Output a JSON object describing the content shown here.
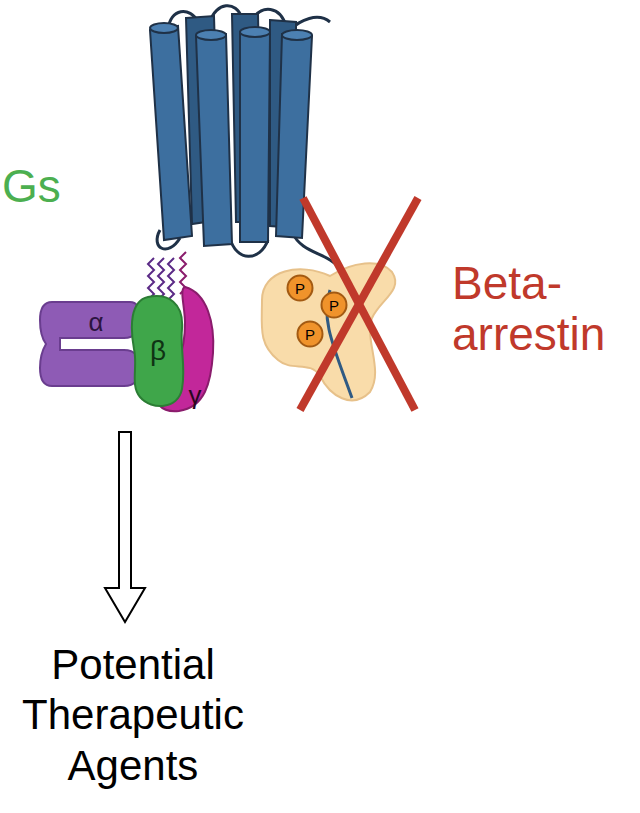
{
  "diagram": {
    "nodes": [
      {
        "text": [
          "α"
        ]
      },
      {
        "text": [
          "β"
        ]
      },
      {
        "text": [
          "γ"
        ]
      },
      {
        "text": [
          "P"
        ]
      },
      {
        "text": [
          "P"
        ]
      },
      {
        "text": [
          "P"
        ]
      }
    ],
    "labels": [
      "Gs",
      "Beta- arrestin",
      "Potential Therapeutic Agents"
    ]
  }
}
